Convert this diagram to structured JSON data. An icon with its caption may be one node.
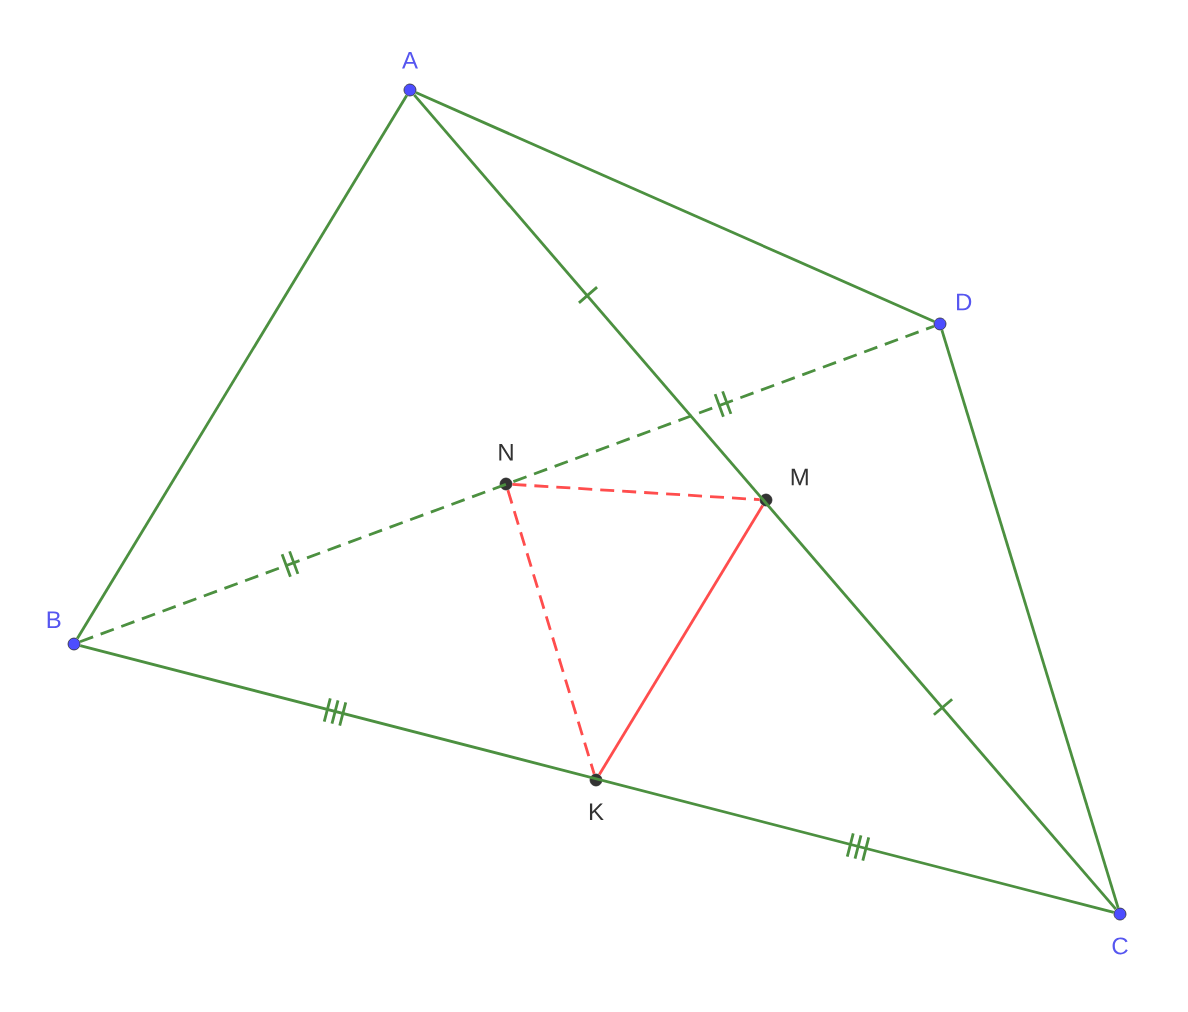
{
  "diagram": {
    "nodes": [
      {
        "text": [
          "A"
        ]
      },
      {
        "text": [
          "D"
        ]
      },
      {
        "text": [
          "N"
        ]
      },
      {
        "text": [
          "M"
        ]
      },
      {
        "text": [
          "B"
        ]
      },
      {
        "text": [
          "K"
        ]
      },
      {
        "text": [
          "C"
        ]
      }
    ],
    "edges": [
      {
        "from": 0,
        "to": 4,
        "arrow": "none"
      },
      {
        "from": 0,
        "to": 1,
        "arrow": "none"
      },
      {
        "from": 1,
        "to": 6,
        "arrow": "none"
      },
      {
        "from": 4,
        "to": 6,
        "arrow": "none"
      },
      {
        "from": 0,
        "to": 6,
        "arrow": "none"
      },
      {
        "from": 4,
        "to": 1,
        "arrow": "none",
        "style": "dashed"
      },
      {
        "from": 2,
        "to": 3,
        "arrow": "none",
        "style": "dashed",
        "color": "#ff4d4d"
      },
      {
        "from": 2,
        "to": 5,
        "arrow": "none",
        "style": "dashed",
        "color": "#ff4d4d"
      },
      {
        "from": 5,
        "to": 3,
        "arrow": "none",
        "color": "#ff4d4d"
      }
    ]
  }
}
